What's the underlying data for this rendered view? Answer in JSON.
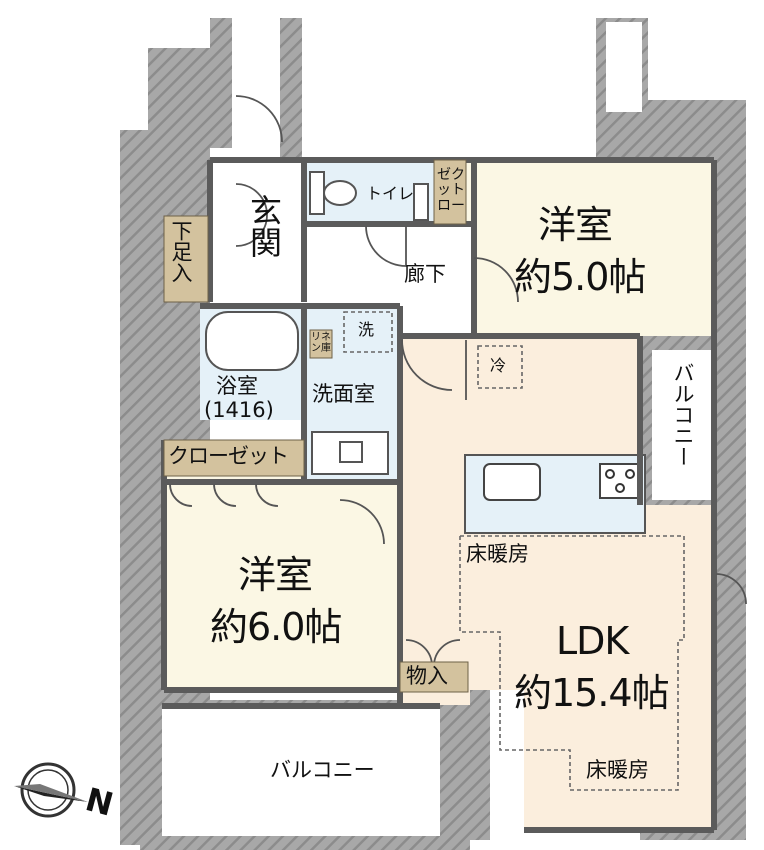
{
  "rooms": {
    "entrance": "玄関",
    "shoe_closet": "下足入",
    "toilet": "トイレ",
    "closet_small": [
      "ゼク",
      "ット",
      "ロー"
    ],
    "hallway": "廊下",
    "bedroom1_name": "洋室",
    "bedroom1_size": "約5.0帖",
    "bath_name": "浴室",
    "bath_size": "(1416)",
    "linen": [
      "リネ",
      "ン庫"
    ],
    "washer": "洗",
    "washroom": "洗面室",
    "fridge": "冷",
    "balcony_side": "バルコニー",
    "closet": "クローゼット",
    "floor_heating_1": "床暖房",
    "bedroom2_name": "洋室",
    "bedroom2_size": "約6.0帖",
    "ldk_name": "LDK",
    "ldk_size": "約15.4帖",
    "storage": "物入",
    "floor_heating_2": "床暖房",
    "balcony": "バルコニー"
  },
  "compass": {
    "letter": "N"
  },
  "colors": {
    "wall": "#5b5b5b",
    "outside": "#a9a9a9",
    "cream": "#fbf7e4",
    "ldk": "#fbeedd",
    "water": "#e5f1f8",
    "storage_tag": "#d3c29e",
    "white": "#ffffff"
  }
}
